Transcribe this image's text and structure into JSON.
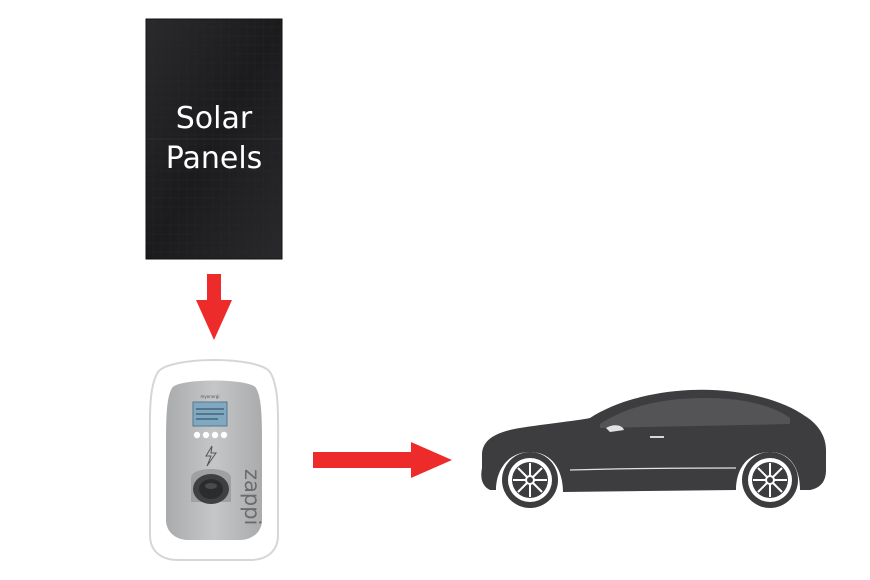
{
  "solar_panel": {
    "label_line1": "Solar",
    "label_line2": "Panels"
  },
  "charger": {
    "brand_text": "zappi",
    "maker_text": "myenergi"
  },
  "colors": {
    "arrow": "#ee2b2b",
    "panel": "#1e1e20",
    "car": "#3d3d3f",
    "charger_body": "#ffffff",
    "charger_face": "#b9bbbd"
  }
}
